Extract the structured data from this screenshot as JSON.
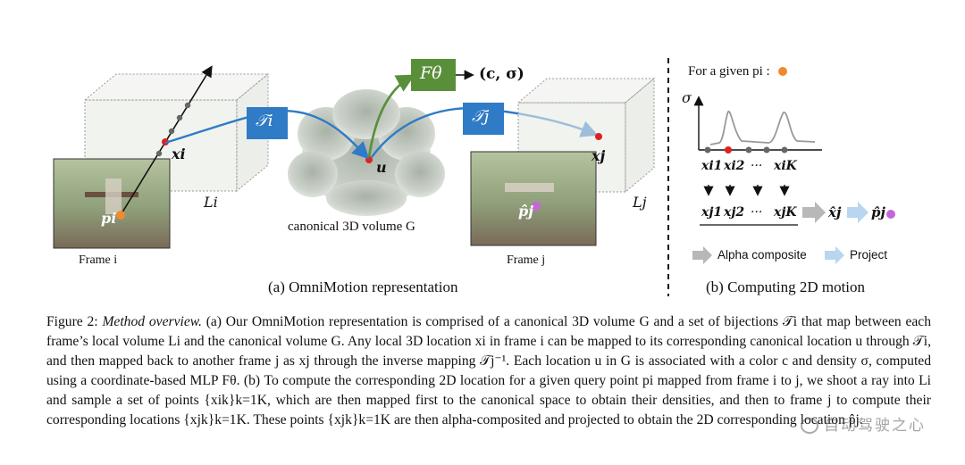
{
  "figure": {
    "panel_a_caption": "(a) OmniMotion representation",
    "panel_b_caption": "(b) Computing 2D motion",
    "frame_i_label": "Frame i",
    "frame_j_label": "Frame j",
    "canonical_label": "canonical 3D volume G",
    "mlp_label": "Fθ",
    "mlp_output": "(c, σ)",
    "T_i_label": "𝒯i",
    "T_j_label": "𝒯j",
    "L_i_label": "Li",
    "L_j_label": "Lj",
    "x_i_label": "xi",
    "x_j_label": "xj",
    "u_label": "u",
    "p_i_label": "pi",
    "p_hat_j_label": "p̂j",
    "given_text": "For a given pi :",
    "sigma_axis": "σ",
    "samples_top": [
      "xi1",
      "xi2",
      "···",
      "xiK"
    ],
    "samples_bottom": [
      "xj1",
      "xj2",
      "···",
      "xjK"
    ],
    "xhat_j": "x̂j",
    "phat_j": "p̂j",
    "legend_alpha": "Alpha composite",
    "legend_project": "Project",
    "colors": {
      "blue_box": "#2f7bc5",
      "green_box": "#5a8f3a",
      "alpha_arrow": "#b8b8b8",
      "project_arrow": "#b9d5ef",
      "orange_point": "#f08a2c",
      "purple_point": "#c466d8",
      "red_point": "#e02020"
    }
  },
  "caption": {
    "label": "Figure 2:",
    "title": "Method overview.",
    "body": "(a) Our OmniMotion representation is comprised of a canonical 3D volume G and a set of bijections 𝒯i that map between each frame’s local volume Li and the canonical volume G. Any local 3D location xi in frame i can be mapped to its corresponding canonical location u through 𝒯i, and then mapped back to another frame j as xj through the inverse mapping 𝒯j⁻¹. Each location u in G is associated with a color c and density σ, computed using a coordinate-based MLP Fθ. (b) To compute the corresponding 2D location for a given query point pi mapped from frame i to j, we shoot a ray into Li and sample a set of points {xik}k=1K, which are then mapped first to the canonical space to obtain their densities, and then to frame j to compute their corresponding locations {xjk}k=1K. These points {xjk}k=1K are then alpha-composited and projected to obtain the 2D corresponding location p̂j."
  },
  "watermark": "自动驾驶之心"
}
